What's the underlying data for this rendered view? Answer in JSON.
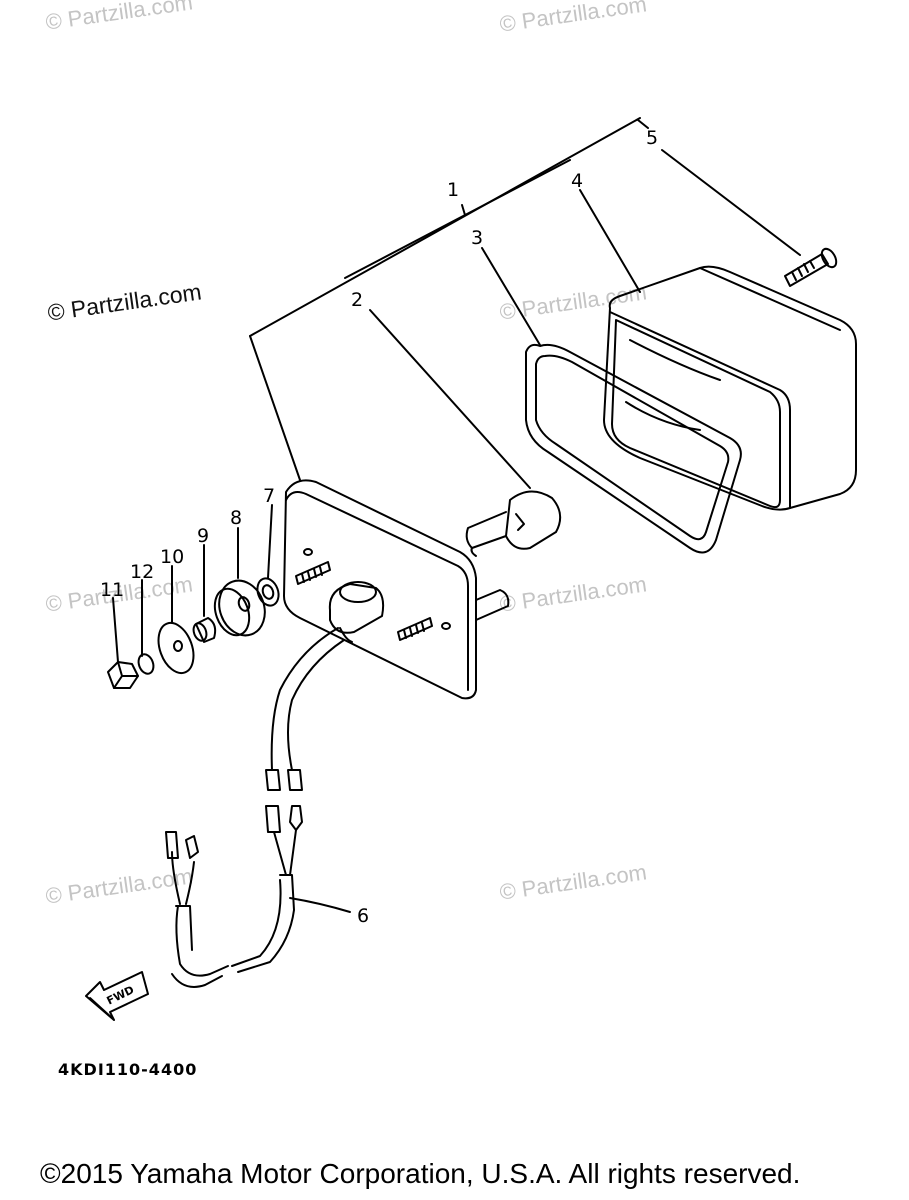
{
  "watermarks": [
    "© Partzilla.com",
    "© Partzilla.com",
    "© Partzilla.com",
    "© Partzilla.com",
    "© Partzilla.com",
    "© Partzilla.com",
    "© Partzilla.com",
    "© Partzilla.com"
  ],
  "callouts": [
    "1",
    "2",
    "3",
    "4",
    "5",
    "6",
    "7",
    "8",
    "9",
    "10",
    "11",
    "12"
  ],
  "fwd_label": "FWD",
  "diagram_code": "4KDI110-4400",
  "copyright": "©2015  Yamaha Motor Corporation, U.S.A. All rights reserved."
}
